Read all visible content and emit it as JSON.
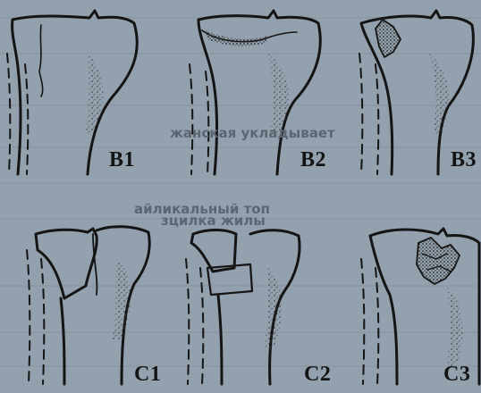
{
  "figure": {
    "panels": [
      {
        "id": "b1",
        "label": "B1"
      },
      {
        "id": "b2",
        "label": "B2"
      },
      {
        "id": "b3",
        "label": "B3"
      },
      {
        "id": "c1",
        "label": "C1"
      },
      {
        "id": "c2",
        "label": "C2"
      },
      {
        "id": "c3",
        "label": "C3"
      }
    ]
  },
  "bleed_through": {
    "line1": "жанская укладывает",
    "line2": "айликальный топ",
    "line3": "зцилка жилы"
  },
  "colors": {
    "paper": "#93a0ad",
    "ink": "#141414",
    "bleed": "#5c6673"
  }
}
